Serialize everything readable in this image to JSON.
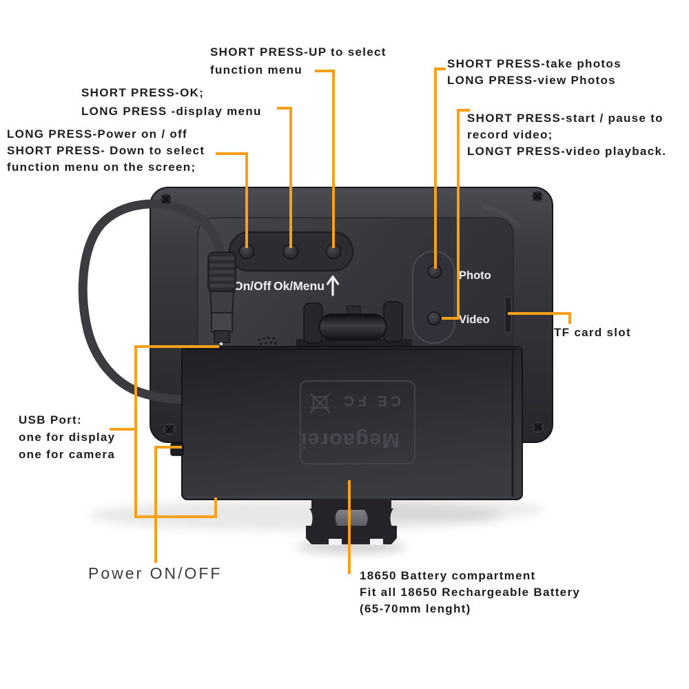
{
  "title": "Camera monitor back panel instruction diagram",
  "colors": {
    "leader_line": "#F7A11A",
    "annotation_text": "#1d1d1d",
    "power_label_text": "#3a3a3a",
    "device_label_text": "#f2f2f4",
    "background": "#ffffff"
  },
  "annotations": {
    "up_select": {
      "lines": [
        "SHORT PRESS-UP to select",
        "function menu"
      ]
    },
    "ok_menu": {
      "lines": [
        "SHORT PRESS-OK;",
        "LONG PRESS -display menu"
      ]
    },
    "power_down": {
      "lines": [
        "LONG PRESS-Power on / off",
        "SHORT PRESS- Down to select",
        "function menu on the screen;"
      ]
    },
    "photo": {
      "lines": [
        "SHORT PRESS-take photos",
        "LONG PRESS-view Photos"
      ]
    },
    "video": {
      "lines": [
        "SHORT PRESS-start / pause to",
        "record video;",
        "LONGT PRESS-video playback."
      ]
    },
    "tf": {
      "lines": [
        "TF card slot"
      ]
    },
    "usb": {
      "lines": [
        "USB Port:",
        "one for display",
        "one for camera"
      ]
    },
    "power_onoff": {
      "lines": [
        "Power ON/OFF"
      ]
    },
    "battery": {
      "lines": [
        "18650 Battery compartment",
        "Fit all 18650 Rechargeable Battery",
        "(65-70mm lenght)"
      ]
    }
  },
  "device": {
    "button_labels": {
      "on_off": "On/Off",
      "ok_menu": "Ok/Menu",
      "up_arrow": "↑"
    },
    "side_labels": {
      "photo": "Photo",
      "video": "Video"
    },
    "brand": "Megaorei",
    "cert_marks": "CE FC",
    "icons": {
      "weee_bin": "crossed-out-wheelie-bin",
      "up_arrow": "↑"
    }
  }
}
